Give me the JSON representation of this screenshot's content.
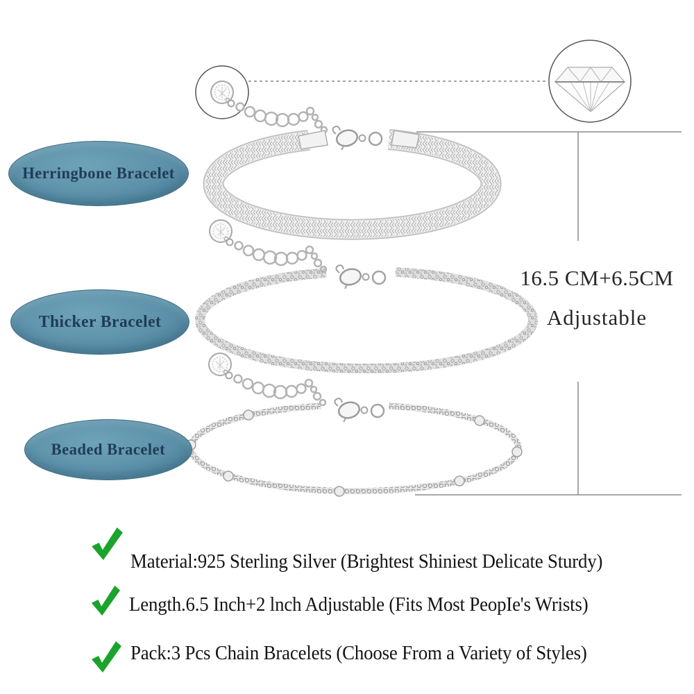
{
  "labels": {
    "herringbone": "Herringbone Bracelet",
    "thicker": "Thicker Bracelet",
    "beaded": "Beaded Bracelet"
  },
  "measurement": {
    "length": "16.5 CM+6.5CM",
    "note": "Adjustable"
  },
  "features": [
    {
      "text": "Material:925 Sterling Silver (Brightest Shiniest Delicate Sturdy)"
    },
    {
      "text": "Length.6.5 Inch+2 lnch Adjustable (Fits Most PeopIe's Wrists)"
    },
    {
      "text": "Pack:3 Pcs Chain Bracelets (Choose From a Variety of Styles)"
    }
  ],
  "icons": {
    "checkmark": "green-checkmark-icon",
    "magnified_stone": "cz-diamond-icon",
    "charm": "cz-charm-icon",
    "clasp": "lobster-clasp-icon"
  },
  "colors": {
    "label_background": "#5d92aa",
    "label_text": "#203c55",
    "checkmark_green": "#1ba32b",
    "annotation_line": "#8c8c8c",
    "silver_chain": "#c6c6c6",
    "background": "#ffffff"
  }
}
